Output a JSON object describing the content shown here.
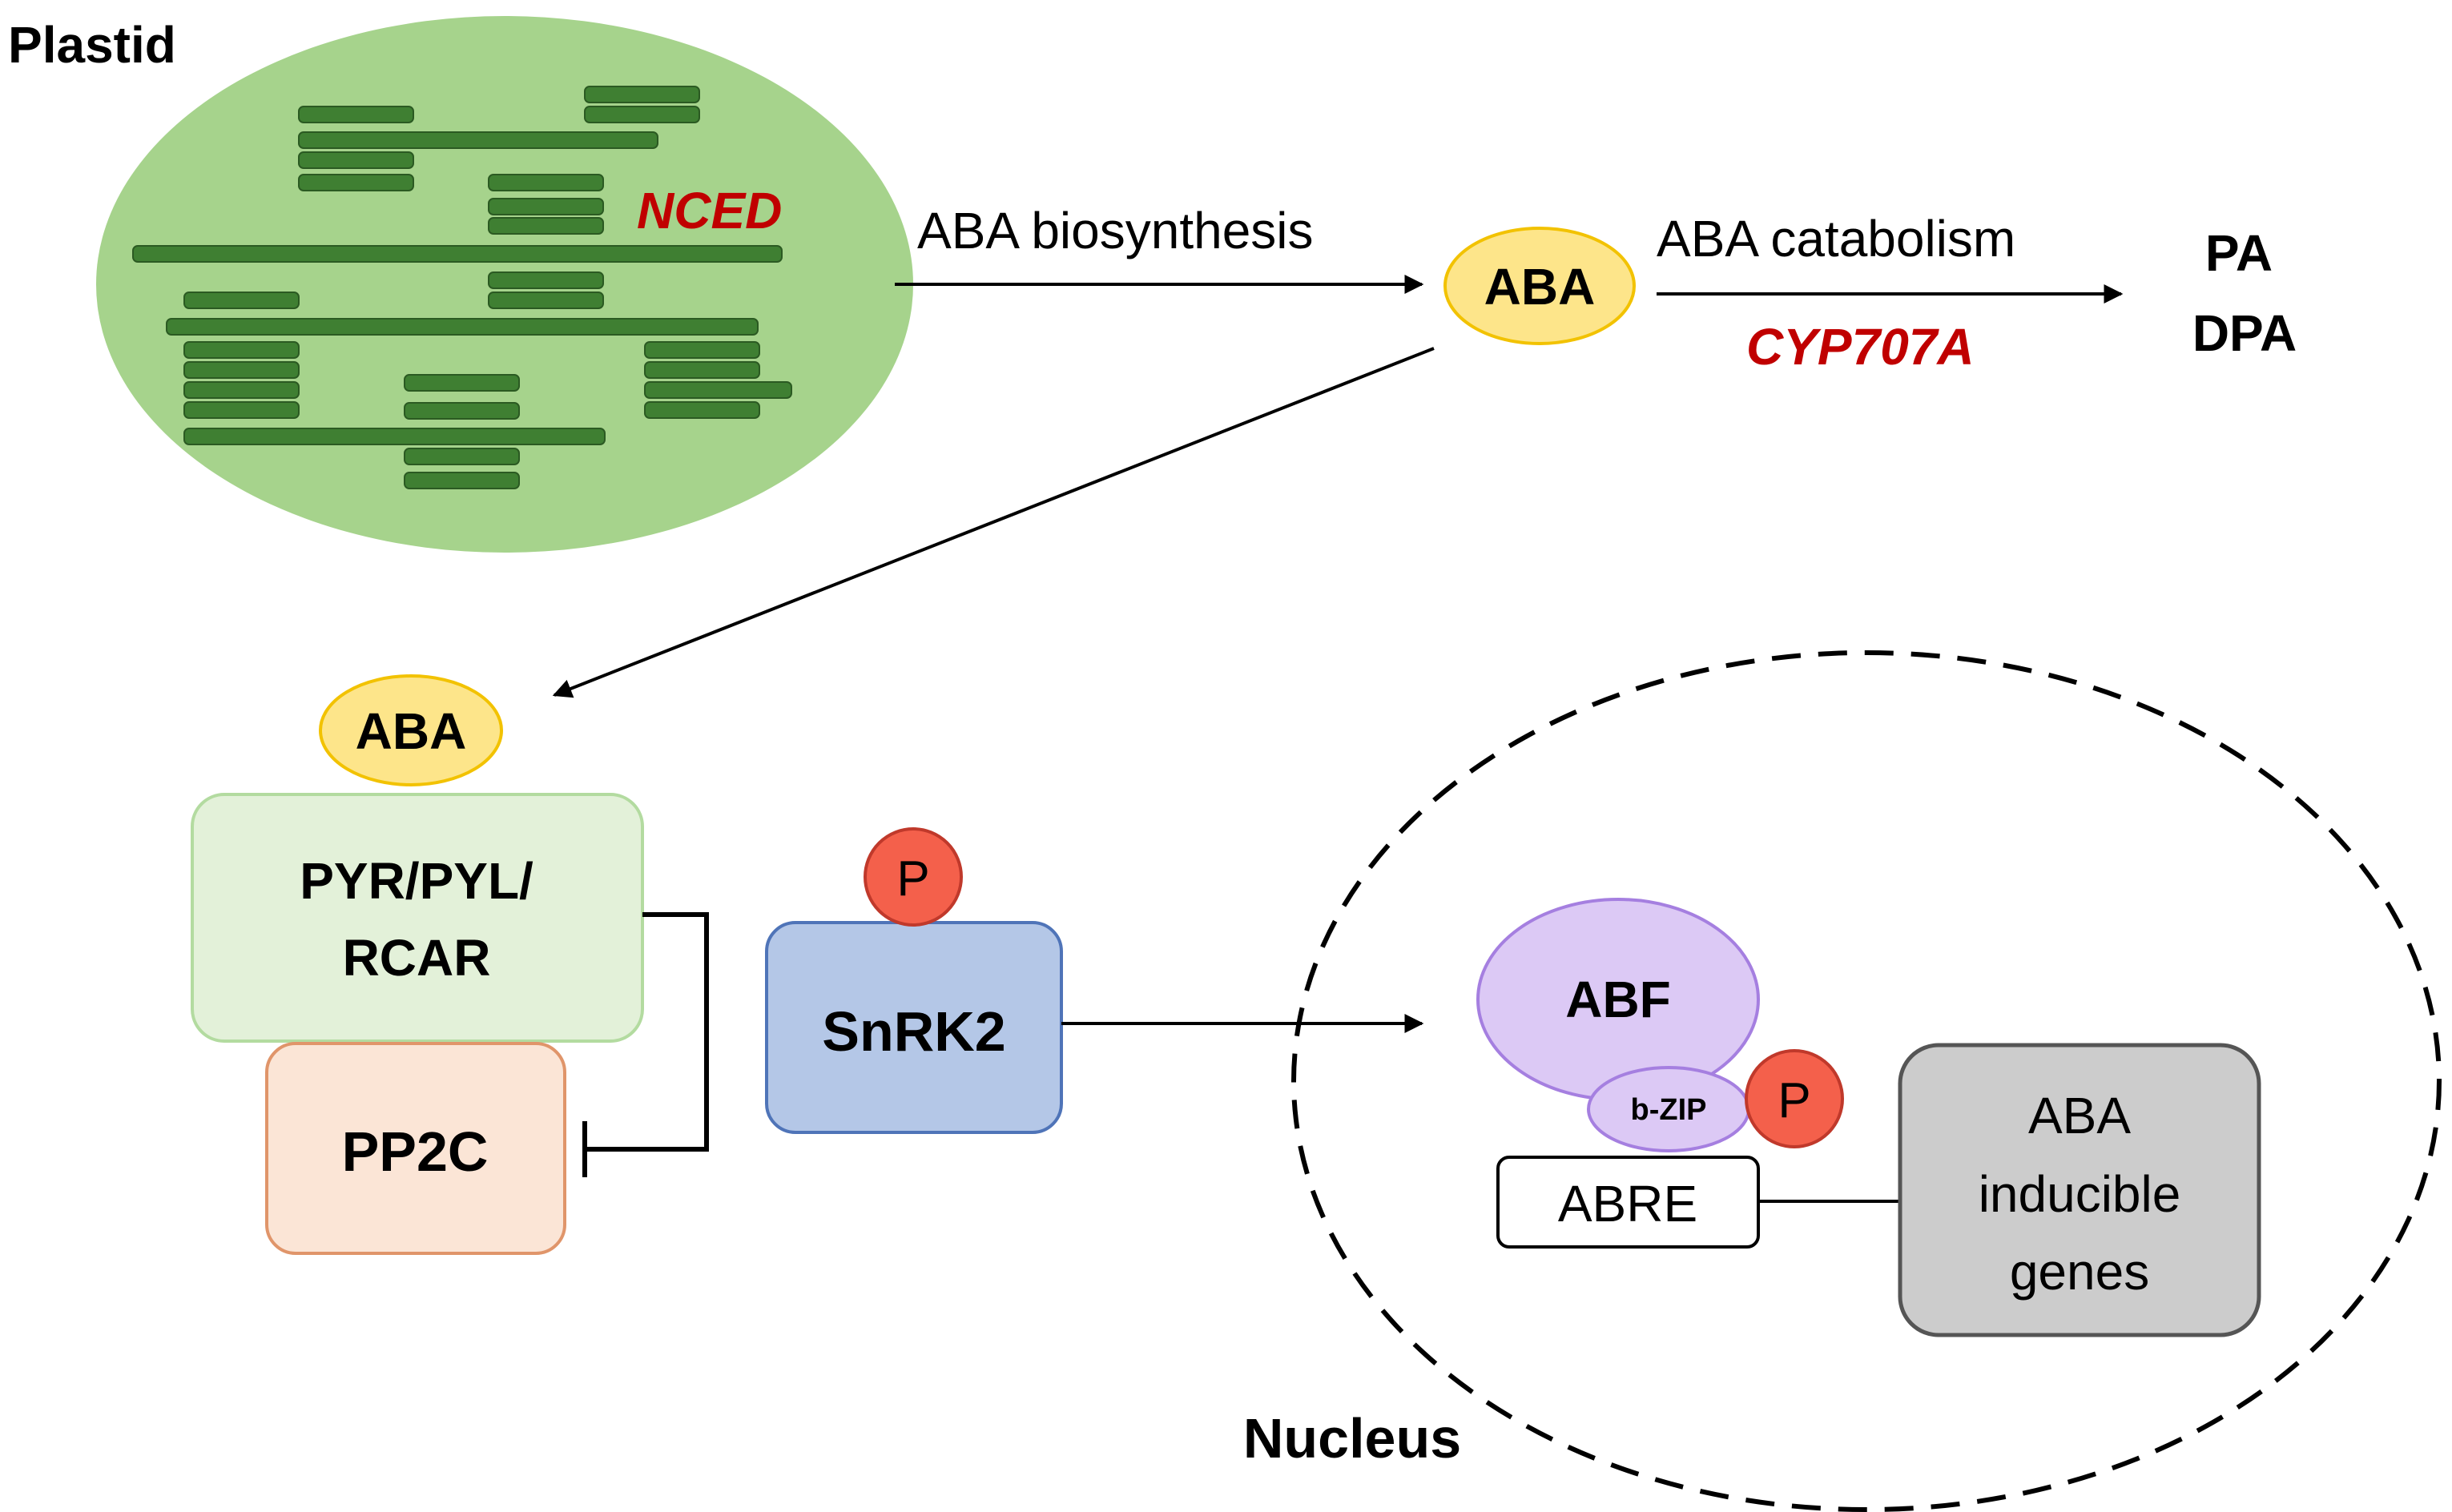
{
  "labels": {
    "plastid": "Plastid",
    "nced": "NCED",
    "aba_biosynthesis": "ABA biosynthesis",
    "aba_top": "ABA",
    "aba_catabolism": "ABA catabolism",
    "cyp707a": "CYP707A",
    "pa": "PA",
    "dpa": "DPA",
    "aba_receptor": "ABA",
    "receptor_line1": "PYR/PYL/",
    "receptor_line2": "RCAR",
    "pp2c": "PP2C",
    "phospho_snrk2": "P",
    "snrk2": "SnRK2",
    "abf": "ABF",
    "bzip": "b-ZIP",
    "phospho_abf": "P",
    "abre": "ABRE",
    "genes_line1": "ABA",
    "genes_line2": "inducible",
    "genes_line3": "genes",
    "nucleus": "Nucleus"
  },
  "colors": {
    "plastid_fill": "#a6d38c",
    "thylakoid_fill": "#3f7f32",
    "thylakoid_stroke": "#2b5a22",
    "aba_fill": "#fde58a",
    "aba_stroke": "#f2c200",
    "gene_red": "#c00000",
    "receptor_fill": "#e3f1d9",
    "receptor_stroke": "#b3dba0",
    "pp2c_fill": "#fbe5d6",
    "pp2c_stroke": "#e0956a",
    "snrk2_fill": "#b4c7e7",
    "snrk2_stroke": "#4f74b8",
    "phospho_fill": "#f4604b",
    "phospho_stroke": "#c0392b",
    "abf_fill": "#dcc9f5",
    "abf_stroke": "#a57fe0",
    "genes_fill": "#cccccc",
    "genes_stroke": "#555555"
  }
}
